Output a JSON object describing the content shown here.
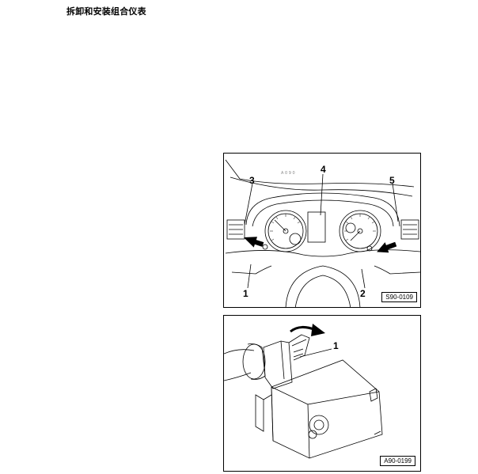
{
  "page": {
    "title": "拆卸和安装组合仪表"
  },
  "figures": [
    {
      "code": "S90-0109",
      "callouts": [
        "1",
        "2",
        "3",
        "4",
        "5"
      ]
    },
    {
      "code": "A90-0199",
      "callouts": [
        "1"
      ]
    }
  ]
}
